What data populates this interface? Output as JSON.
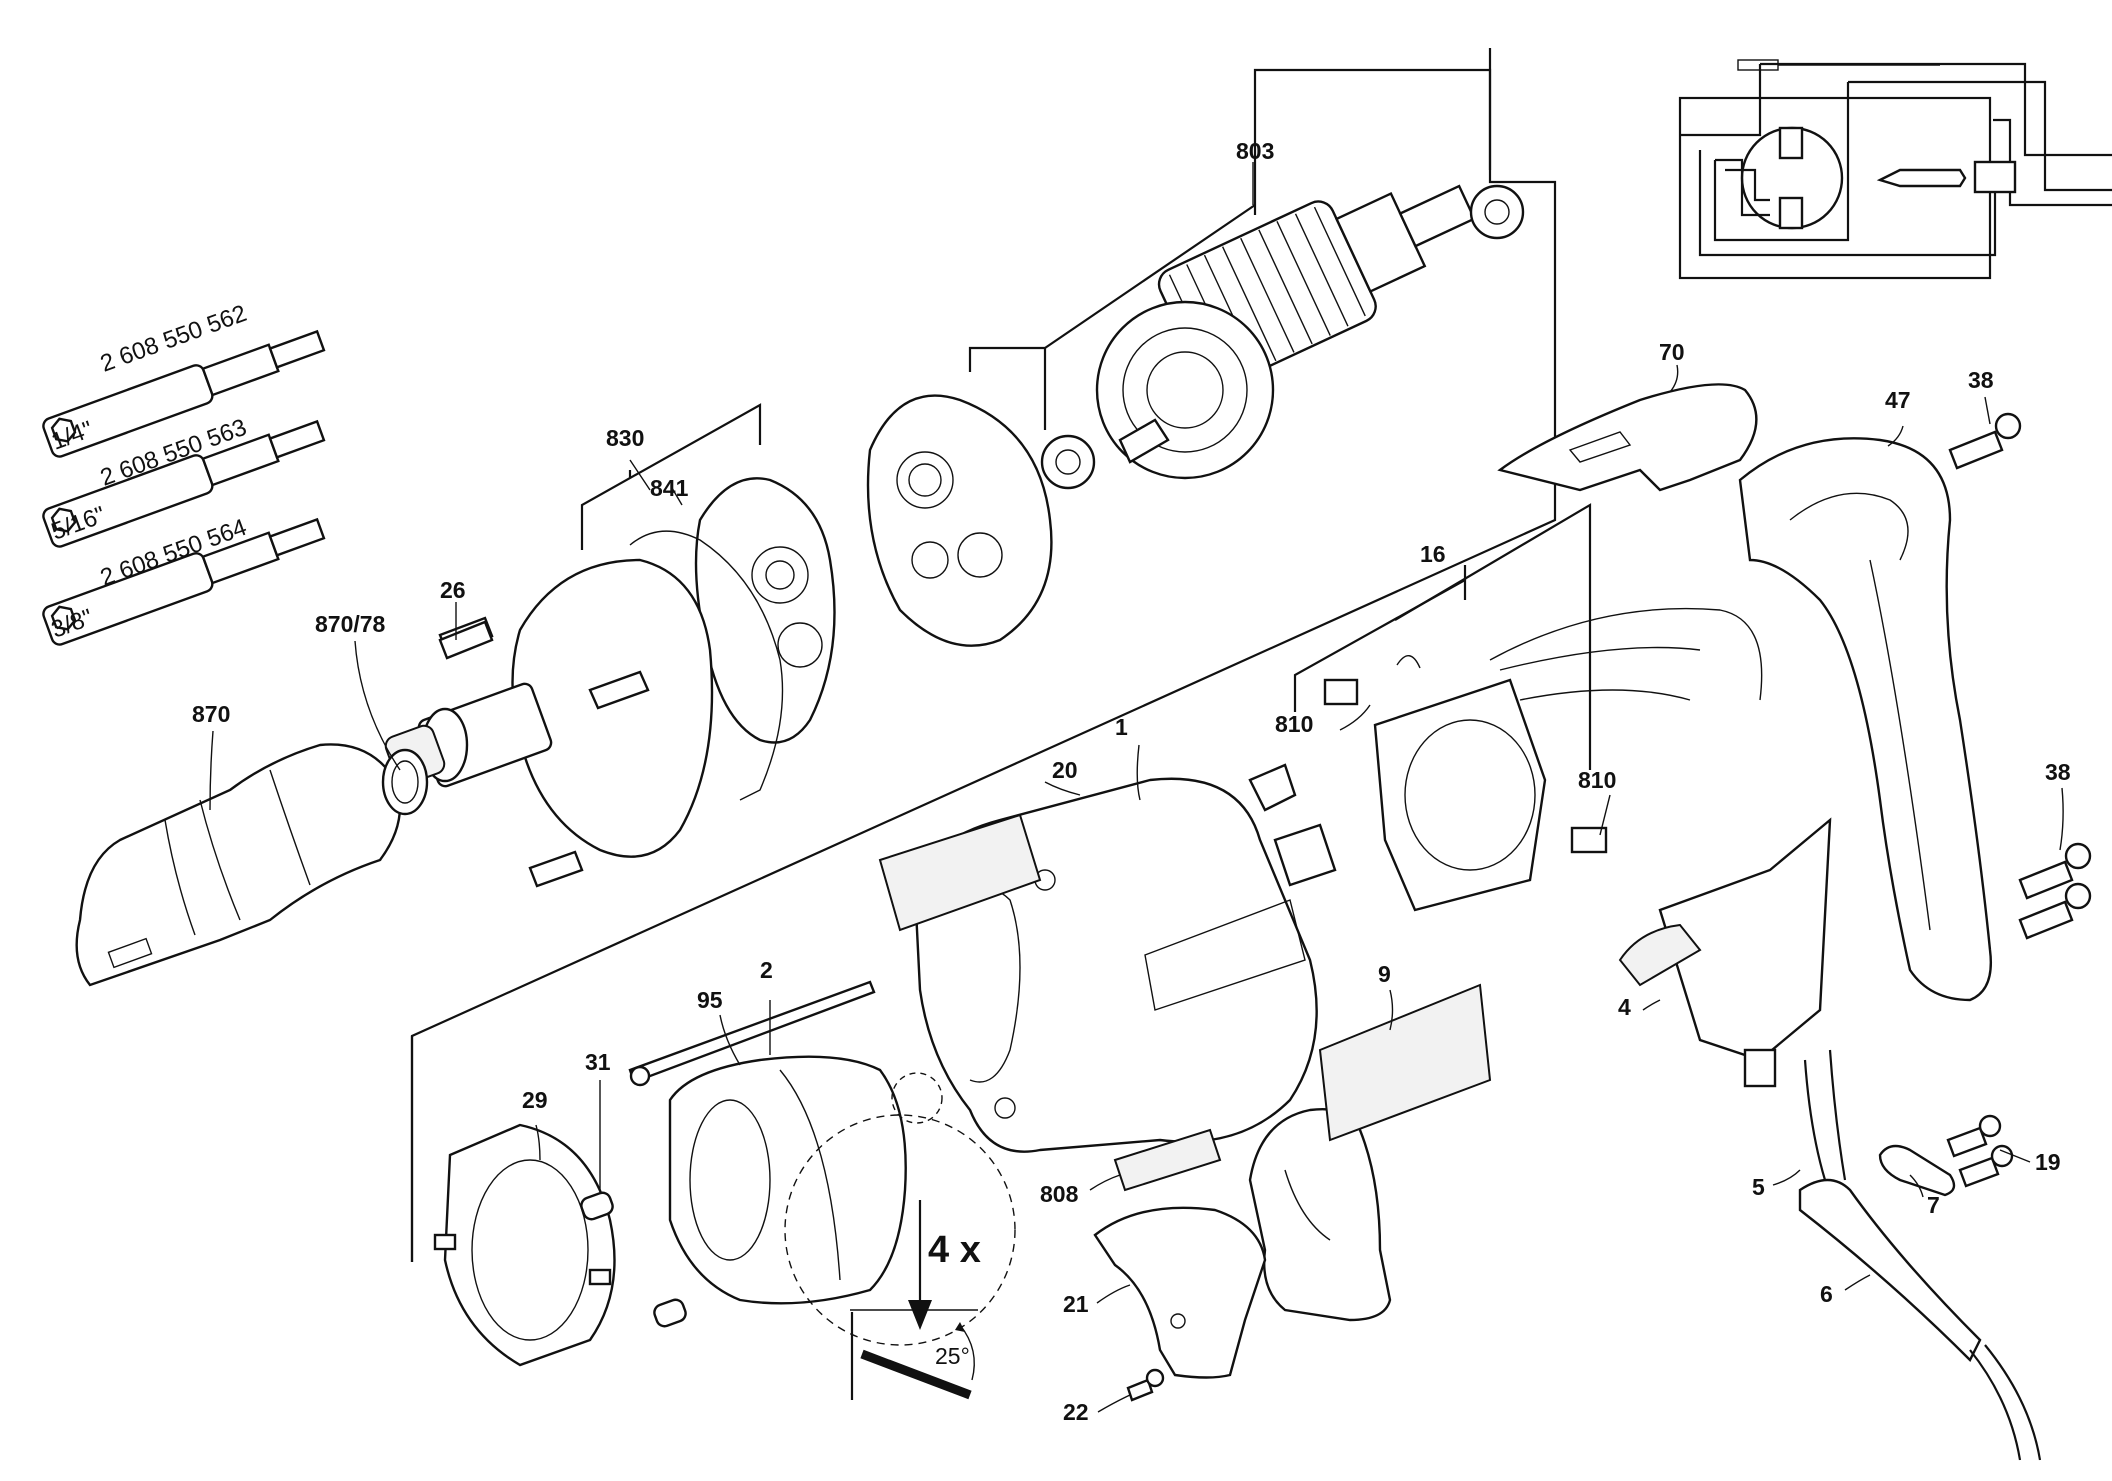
{
  "diagram": {
    "labels": {
      "p803": "803",
      "p70": "70",
      "p47": "47",
      "p38a": "38",
      "p38b": "38",
      "p830": "830",
      "p841": "841",
      "p16": "16",
      "p26": "26",
      "p870_78": "870/78",
      "p810a": "810",
      "p810b": "810",
      "p870": "870",
      "p20": "20",
      "p1": "1",
      "p9": "9",
      "p4": "4",
      "p95": "95",
      "p2": "2",
      "p31": "31",
      "p29": "29",
      "p808": "808",
      "p5": "5",
      "p7": "7",
      "p19": "19",
      "p6": "6",
      "p21": "21",
      "p22": "22"
    },
    "bits": [
      {
        "part_no": "2 608 550 562",
        "size": "1/4\""
      },
      {
        "part_no": "2 608 550 563",
        "size": "5/16\""
      },
      {
        "part_no": "2 608 550 564",
        "size": "3/8\""
      }
    ],
    "detail": {
      "count": "4 x",
      "angle": "25°"
    }
  }
}
